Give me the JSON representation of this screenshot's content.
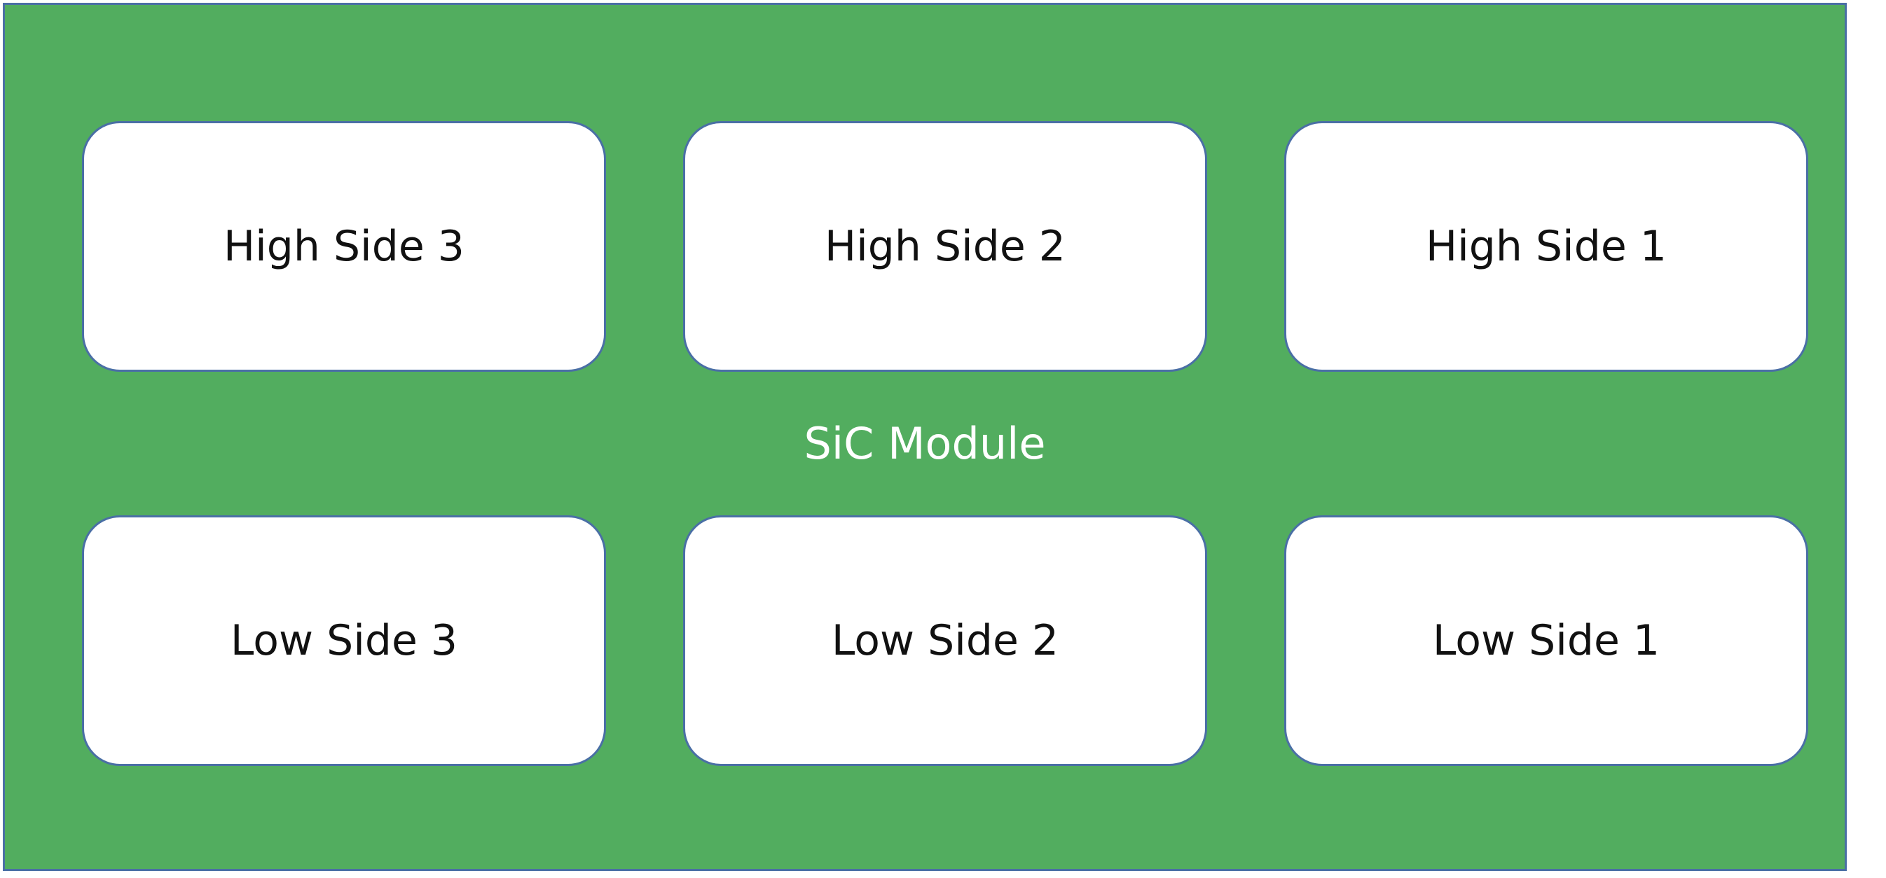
{
  "colors": {
    "module_fill": "#52ad5f",
    "block_fill": "#ffffff",
    "border": "#4a6fa5",
    "label_text": "#ffffff"
  },
  "module": {
    "label": "SiC Module"
  },
  "blocks": {
    "high_side_3": "High Side 3",
    "high_side_2": "High Side 2",
    "high_side_1": "High Side 1",
    "low_side_3": "Low Side 3",
    "low_side_2": "Low Side 2",
    "low_side_1": "Low Side 1"
  }
}
